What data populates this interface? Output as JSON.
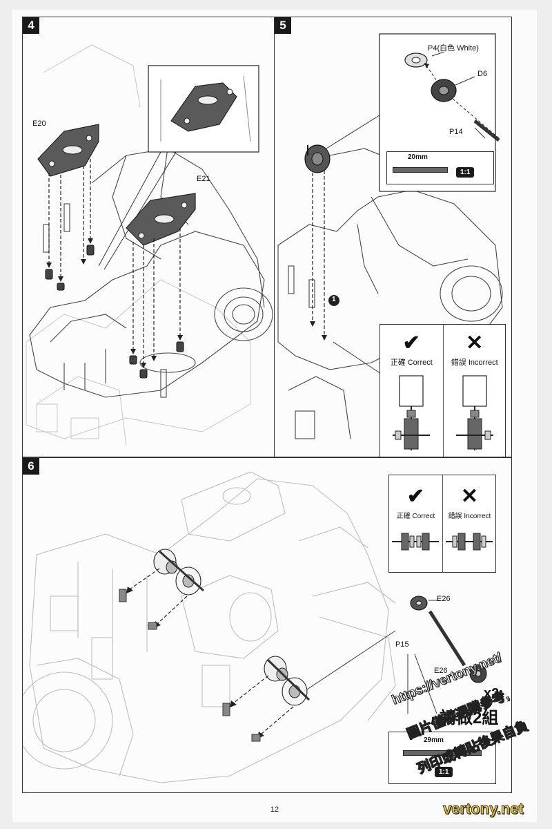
{
  "page_number": "12",
  "steps": [
    {
      "number": "4",
      "parts": [
        "E20",
        "E21"
      ]
    },
    {
      "number": "5",
      "parts": [
        "P4(白色 White)",
        "D6",
        "P14"
      ],
      "scale": {
        "length": "20mm",
        "ratio": "1:1"
      },
      "callout": "1",
      "compare": {
        "correct_mark": "✔",
        "correct": "正確 Correct",
        "incorrect_mark": "✕",
        "incorrect": "錯誤 Incorrect"
      }
    },
    {
      "number": "6",
      "parts": [
        "E26",
        "P15",
        "E26"
      ],
      "quantity": "x2",
      "quantity_text": "請做2組",
      "scale": {
        "length": "29mm",
        "ratio": "1:1"
      },
      "compare": {
        "correct_mark": "✔",
        "correct": "正確 Correct",
        "incorrect_mark": "✕",
        "incorrect": "錯誤 Incorrect"
      }
    }
  ],
  "watermark": {
    "url": "https://vertony.net/",
    "line1": "圖片僅供選購參考,",
    "line2": "列印或轉貼後果自負",
    "brand": "vertony.net"
  },
  "colors": {
    "line": "#333333",
    "part_dark": "#5a5a5a",
    "ghost": "#c8c8c8"
  }
}
